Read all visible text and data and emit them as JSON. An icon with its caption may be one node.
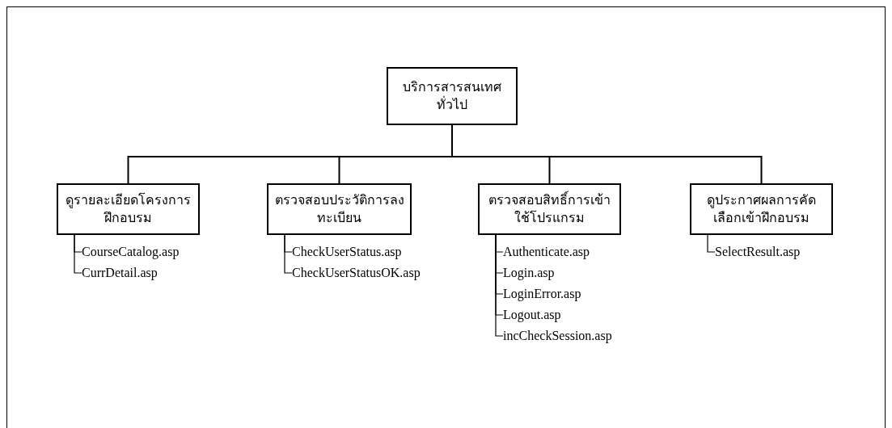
{
  "diagram": {
    "nodes": [
      {
        "text": [
          "บริการสารสนเทศทั่วไป"
        ]
      },
      {
        "text": [
          "ดูรายละเอียดโครงการฝึกอบรม"
        ]
      },
      {
        "text": [
          "ตรวจสอบประวัติการลงทะเบียน"
        ]
      },
      {
        "text": [
          "ตรวจสอบสิทธิ์การเข้าใช้โปรแกรม"
        ]
      },
      {
        "text": [
          "ดูประกาศผลการคัดเลือกเข้าฝึกอบรม"
        ]
      },
      {
        "text": [
          "CourseCatalog.asp"
        ]
      },
      {
        "text": [
          "CurrDetail.asp"
        ]
      },
      {
        "text": [
          "CheckUserStatus.asp"
        ]
      },
      {
        "text": [
          "CheckUserStatusOK.asp"
        ]
      },
      {
        "text": [
          "Authenticate.asp"
        ]
      },
      {
        "text": [
          "Login.asp"
        ]
      },
      {
        "text": [
          "LoginError.asp"
        ]
      },
      {
        "text": [
          "Logout.asp"
        ]
      },
      {
        "text": [
          "incCheckSession.asp"
        ]
      },
      {
        "text": [
          "SelectResult.asp"
        ]
      }
    ],
    "edges": [
      {
        "from": 0,
        "to": 1,
        "arrow": "none"
      },
      {
        "from": 0,
        "to": 2,
        "arrow": "none"
      },
      {
        "from": 0,
        "to": 3,
        "arrow": "none"
      },
      {
        "from": 0,
        "to": 4,
        "arrow": "none"
      },
      {
        "from": 1,
        "to": 5,
        "arrow": "none"
      },
      {
        "from": 1,
        "to": 6,
        "arrow": "none"
      },
      {
        "from": 2,
        "to": 7,
        "arrow": "none"
      },
      {
        "from": 2,
        "to": 8,
        "arrow": "none"
      },
      {
        "from": 3,
        "to": 9,
        "arrow": "none"
      },
      {
        "from": 3,
        "to": 10,
        "arrow": "none"
      },
      {
        "from": 3,
        "to": 11,
        "arrow": "none"
      },
      {
        "from": 3,
        "to": 12,
        "arrow": "none"
      },
      {
        "from": 3,
        "to": 13,
        "arrow": "none"
      },
      {
        "from": 4,
        "to": 14,
        "arrow": "none"
      }
    ]
  }
}
